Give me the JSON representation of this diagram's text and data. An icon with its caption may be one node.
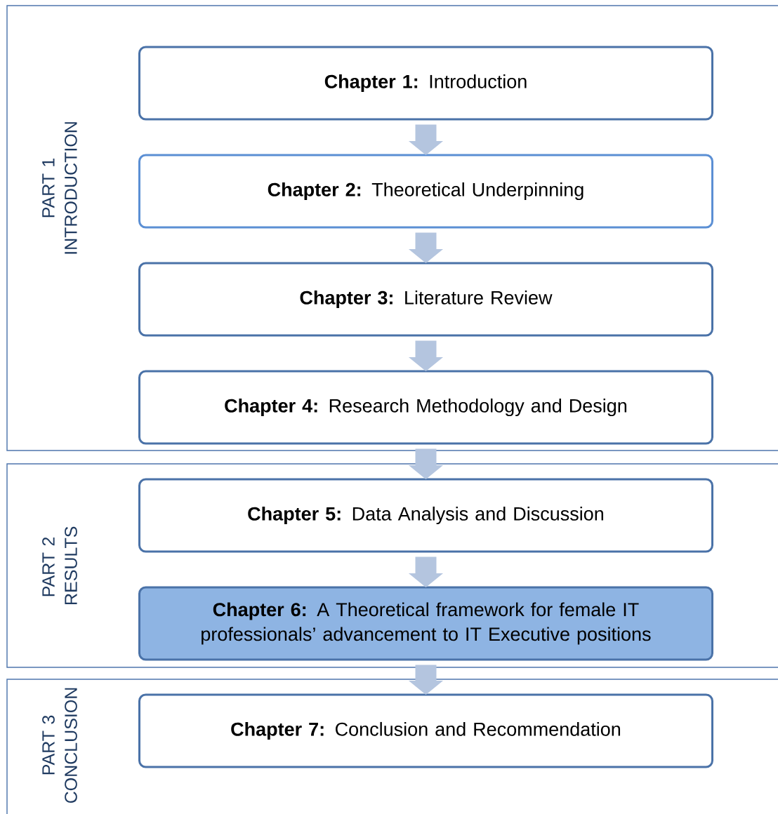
{
  "diagram": {
    "nodes": [
      {
        "text": [
          "PART 1 INTRODUCTION"
        ]
      },
      {
        "text": [
          "**Chapter 1:** Introduction"
        ],
        "in": 0
      },
      {
        "text": [
          "**Chapter 2:** Theoretical Underpinning"
        ],
        "in": 0
      },
      {
        "text": [
          "**Chapter 3:** Literature Review"
        ],
        "in": 0
      },
      {
        "text": [
          "**Chapter 4:** Research Methodology and Design"
        ],
        "in": 0
      },
      {
        "text": [
          "PART 2 RESULTS"
        ]
      },
      {
        "text": [
          "**Chapter 5:** Data Analysis and Discussion"
        ],
        "in": 5
      },
      {
        "text": [
          "**Chapter 6:** A Theoretical framework for female IT professionals’ advancement to IT Executive positions"
        ],
        "in": 5
      },
      {
        "text": [
          "PART 3 CONCLUSION"
        ]
      },
      {
        "text": [
          "**Chapter 7:** Conclusion and Recommendation"
        ],
        "in": 8
      }
    ],
    "edges": [
      {
        "from": 1,
        "to": 2,
        "arrow": "to"
      },
      {
        "from": 2,
        "to": 3,
        "arrow": "to"
      },
      {
        "from": 3,
        "to": 4,
        "arrow": "to"
      },
      {
        "from": 4,
        "to": 6,
        "arrow": "to"
      },
      {
        "from": 6,
        "to": 7,
        "arrow": "to"
      },
      {
        "from": 7,
        "to": 9,
        "arrow": "to"
      }
    ]
  }
}
